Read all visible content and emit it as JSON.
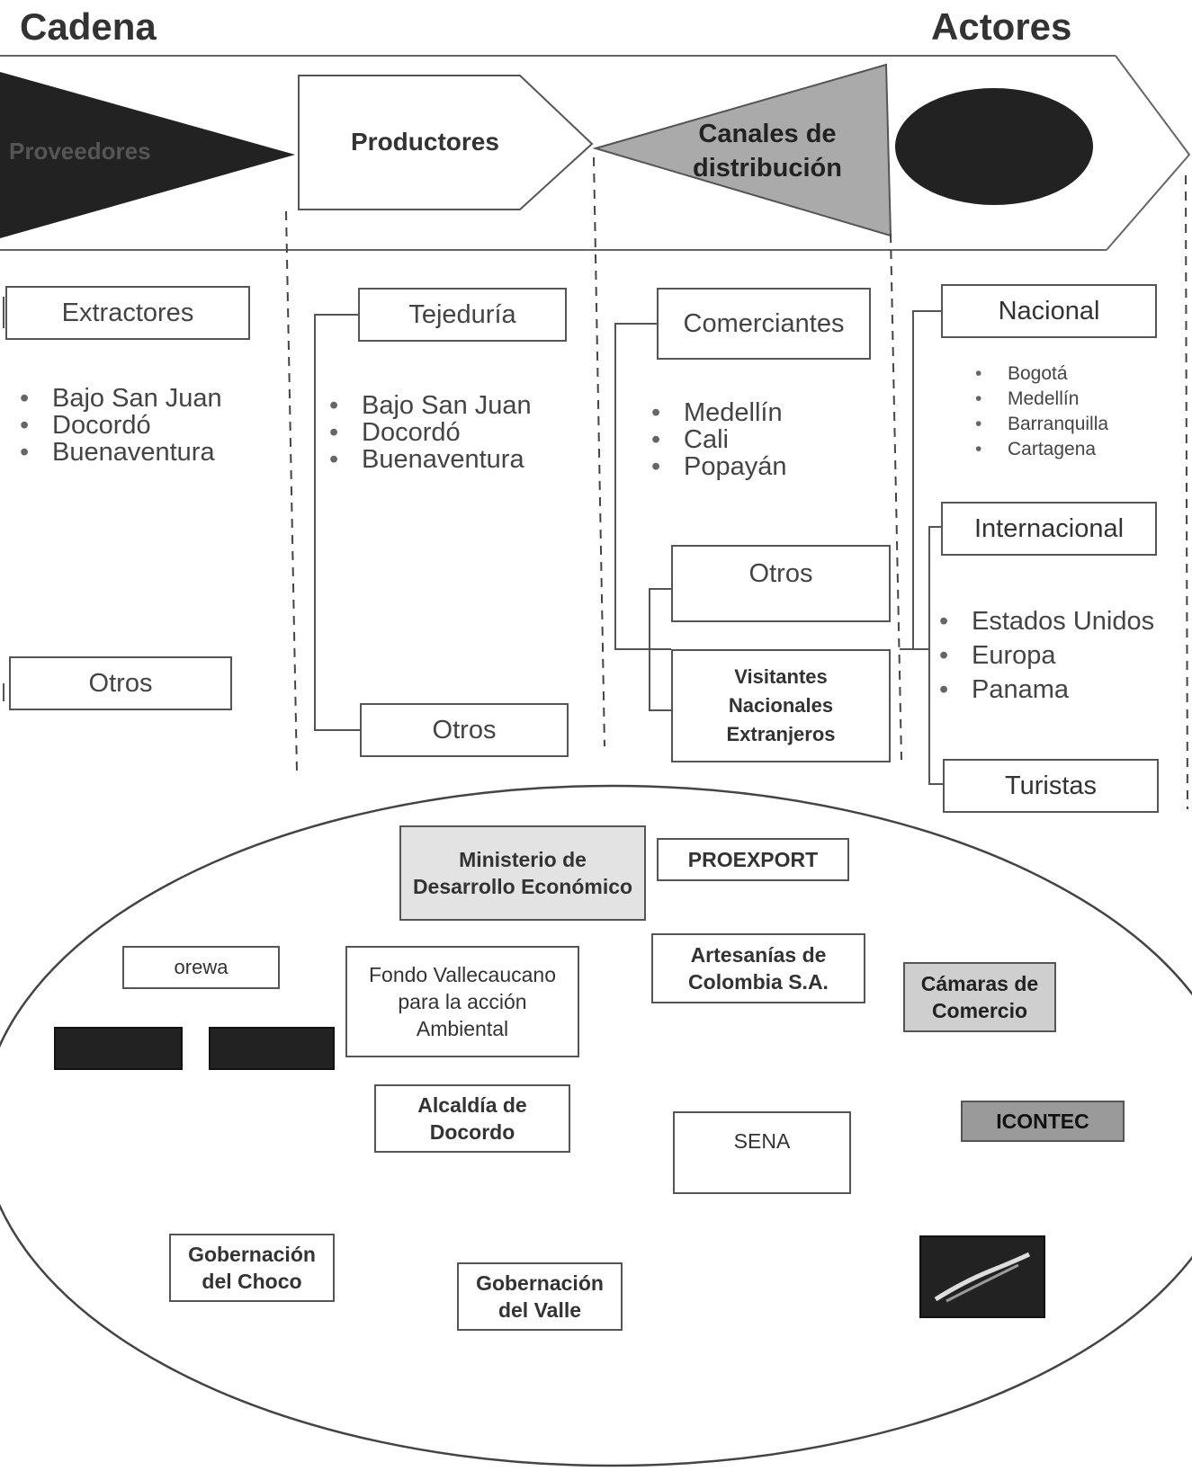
{
  "header": {
    "left": "Cadena",
    "right": "Actores"
  },
  "chain": {
    "proveedores": "Proveedores",
    "productores": "Productores",
    "canales": "Canales de\ndistribución"
  },
  "col1": {
    "box1": "Extractores",
    "items": [
      "Bajo San Juan",
      "Docordó",
      "Buenaventura"
    ],
    "box2": "Otros"
  },
  "col2": {
    "box1": "Tejeduría",
    "items": [
      "Bajo San Juan",
      "Docordó",
      "Buenaventura"
    ],
    "box2": "Otros"
  },
  "col3": {
    "box1": "Comerciantes",
    "items": [
      "Medellín",
      "Cali",
      "Popayán"
    ],
    "box2": "Otros",
    "box3": "Visitantes\nNacionales\nExtranjeros"
  },
  "col4": {
    "box1": "Nacional",
    "items1": [
      "Bogotá",
      "Medellín",
      "Barranquilla",
      "Cartagena"
    ],
    "box2": "Internacional",
    "items2": [
      "Estados Unidos",
      "Europa",
      "Panama"
    ],
    "box3": "Turistas"
  },
  "actors": {
    "ministerio": "Ministerio de\nDesarrollo Económico",
    "proexport": "PROEXPORT",
    "orewa": "orewa",
    "fondo": "Fondo Vallecaucano\npara la acción\nAmbiental",
    "artesanias": "Artesanías de\nColombia S.A.",
    "camaras": "Cámaras de\nComercio",
    "alcaldia": "Alcaldía de\nDocordo",
    "sena": "SENA",
    "icontec": "ICONTEC",
    "gob_choco": "Gobernación\ndel Choco",
    "gob_valle": "Gobernación\ndel Valle"
  },
  "colors": {
    "dark": "#222222",
    "border": "#555555",
    "dashed": "#444444"
  }
}
